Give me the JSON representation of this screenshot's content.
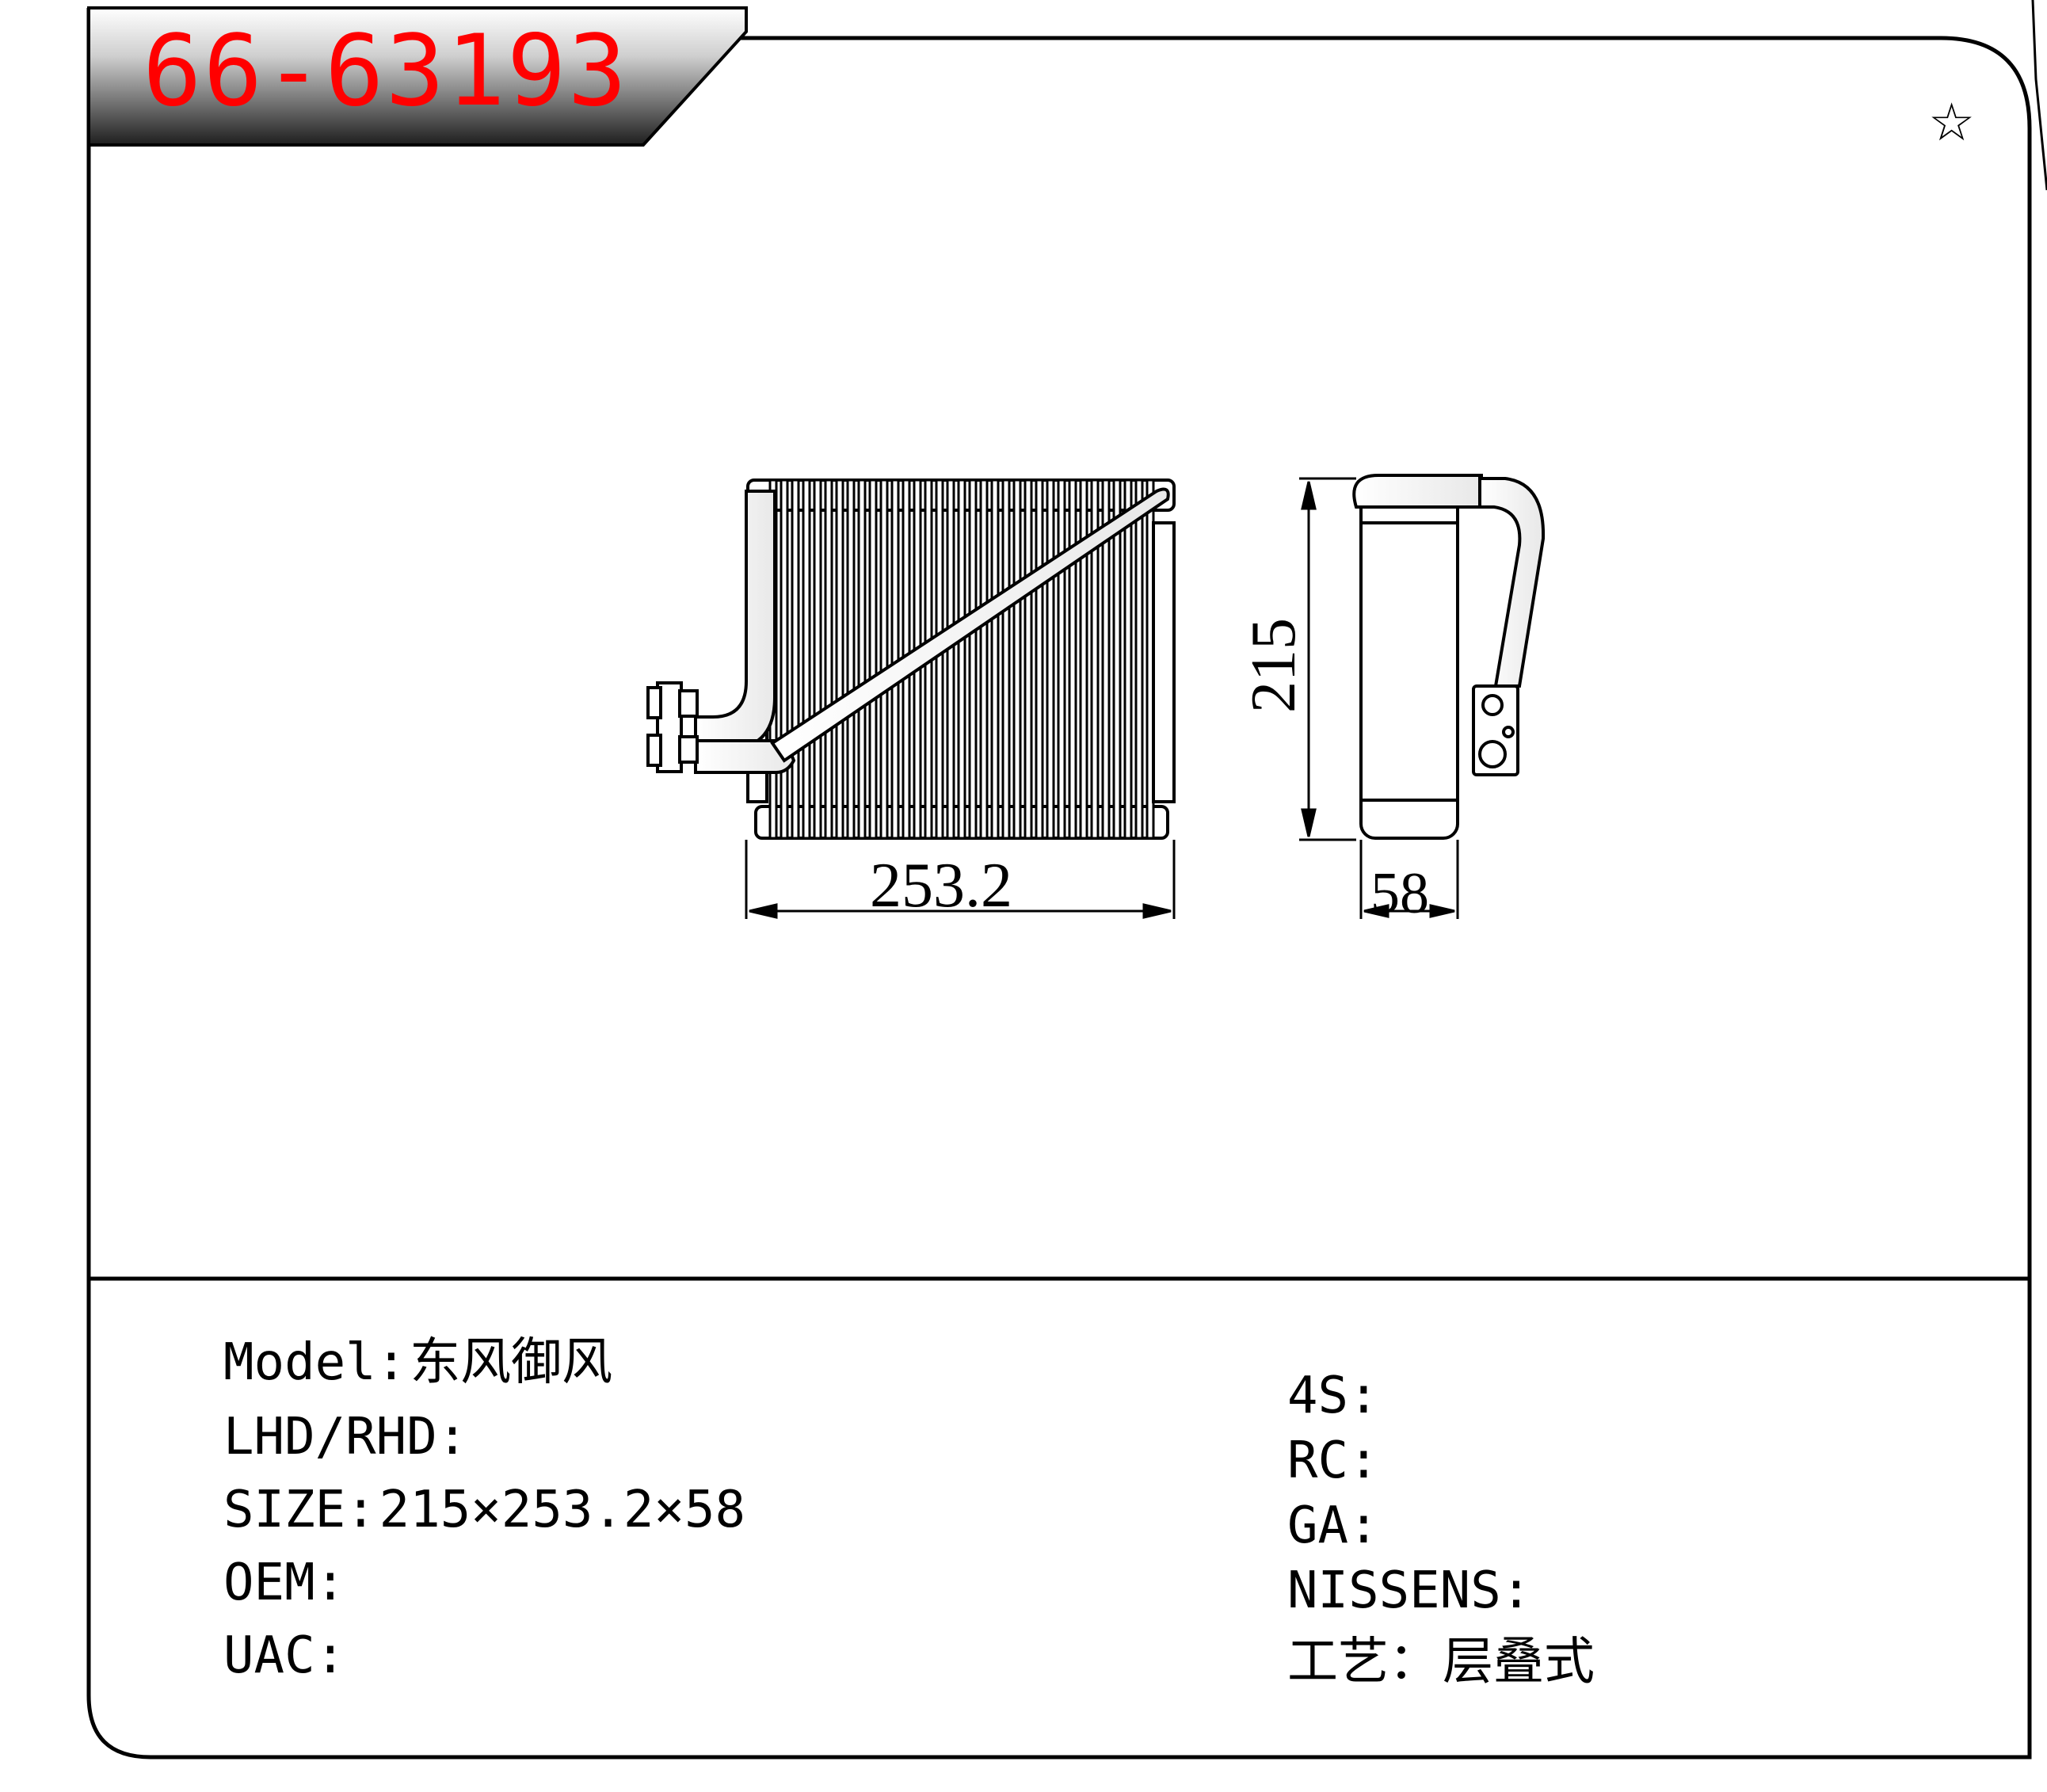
{
  "header": {
    "part_number": "66-63193",
    "star_symbol": "☆"
  },
  "drawing": {
    "width_label": "253.2",
    "height_label": "215",
    "depth_label": "58"
  },
  "specs_left": [
    {
      "label": "Model:",
      "value": "东风御风"
    },
    {
      "label": "LHD/RHD:",
      "value": ""
    },
    {
      "label": "SIZE:",
      "value": "215×253.2×58"
    },
    {
      "label": "OEM:",
      "value": ""
    },
    {
      "label": "UAC:",
      "value": ""
    }
  ],
  "specs_right": [
    {
      "label": "4S:",
      "value": ""
    },
    {
      "label": "RC:",
      "value": ""
    },
    {
      "label": "GA:",
      "value": ""
    },
    {
      "label": "NISSENS:",
      "value": ""
    },
    {
      "label": "工艺：",
      "value": "层叠式"
    }
  ],
  "colors": {
    "part_number": "#ff0000",
    "line": "#000000"
  }
}
